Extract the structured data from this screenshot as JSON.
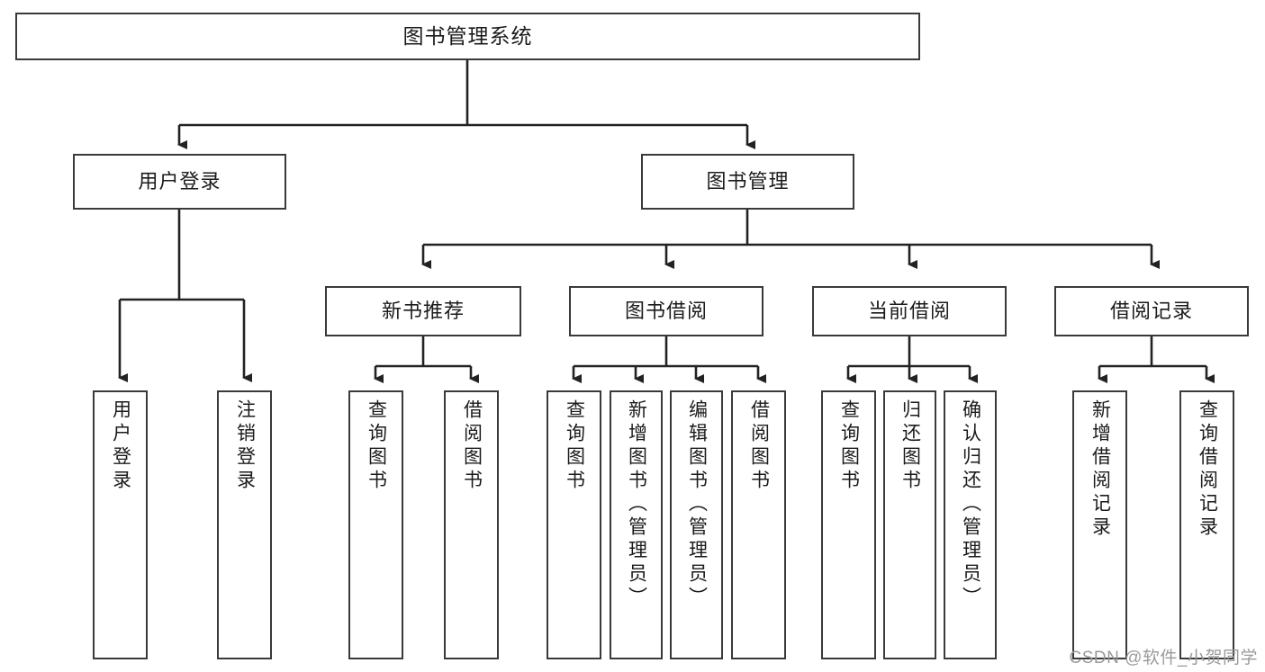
{
  "diagram": {
    "title": "图书管理系统",
    "type": "功能结构图",
    "colors": {
      "node_border": "#3a3a3a",
      "node_fill": "#ffffff",
      "edge": "#222222",
      "text": "#1b1b1b",
      "watermark": "#9a9a9a",
      "background": "#ffffff"
    },
    "watermark": "CSDN @软件_小贺同学",
    "nodes": {
      "root": {
        "label": "图书管理系统"
      },
      "level2": [
        {
          "id": "user-login",
          "label": "用户登录"
        },
        {
          "id": "book-manage",
          "label": "图书管理"
        }
      ],
      "level3": [
        {
          "id": "new-book-recommend",
          "label": "新书推荐"
        },
        {
          "id": "book-borrow",
          "label": "图书借阅"
        },
        {
          "id": "current-borrow",
          "label": "当前借阅"
        },
        {
          "id": "borrow-record",
          "label": "借阅记录"
        }
      ],
      "leaves": [
        {
          "id": "leaf-user-login",
          "label": "用户登录",
          "parent": "user-login"
        },
        {
          "id": "leaf-logout-login",
          "label": "注销登录",
          "parent": "user-login"
        },
        {
          "id": "leaf-query-book-1",
          "label": "查询图书",
          "parent": "new-book-recommend"
        },
        {
          "id": "leaf-borrow-book-1",
          "label": "借阅图书",
          "parent": "new-book-recommend"
        },
        {
          "id": "leaf-query-book-2",
          "label": "查询图书",
          "parent": "book-borrow"
        },
        {
          "id": "leaf-add-book",
          "label": "新增图书（管理员）",
          "parent": "book-borrow"
        },
        {
          "id": "leaf-edit-book",
          "label": "编辑图书（管理员）",
          "parent": "book-borrow"
        },
        {
          "id": "leaf-borrow-book-2",
          "label": "借阅图书",
          "parent": "book-borrow"
        },
        {
          "id": "leaf-query-book-3",
          "label": "查询图书",
          "parent": "current-borrow"
        },
        {
          "id": "leaf-return-book",
          "label": "归还图书",
          "parent": "current-borrow"
        },
        {
          "id": "leaf-confirm-return",
          "label": "确认归还（管理员）",
          "parent": "current-borrow"
        },
        {
          "id": "leaf-add-record",
          "label": "新增借阅记录",
          "parent": "borrow-record"
        },
        {
          "id": "leaf-query-record",
          "label": "查询借阅记录",
          "parent": "borrow-record"
        }
      ]
    }
  }
}
